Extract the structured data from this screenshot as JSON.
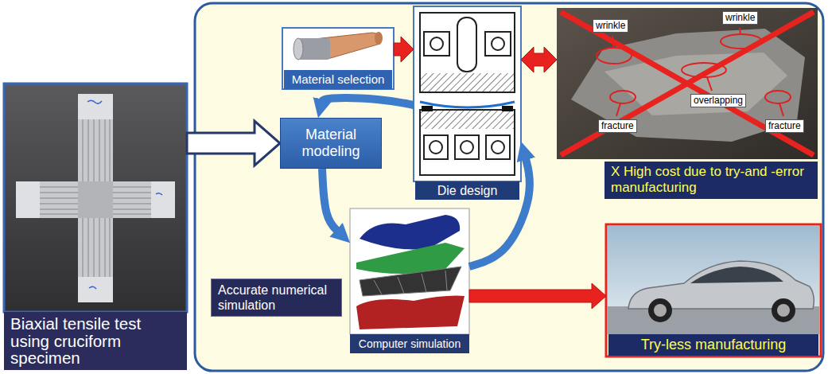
{
  "diagram": {
    "nodes": [
      {
        "text": [
          "Biaxial tensile test using cruciform specimen"
        ]
      },
      {
        "text": [
          "Material selection"
        ]
      },
      {
        "text": [
          "Die design"
        ]
      },
      {
        "text": [
          "X High cost due to try-and -error manufacturing"
        ]
      },
      {
        "text": [
          "Material modeling"
        ]
      },
      {
        "text": [
          "Computer simulation"
        ]
      },
      {
        "text": [
          "Accurate numerical simulation"
        ]
      },
      {
        "text": [
          "Try-less manufacturing"
        ]
      }
    ],
    "edges": [
      {
        "from": 0,
        "to": 4,
        "arrow": "to"
      },
      {
        "from": 1,
        "to": 2,
        "arrow": "to"
      },
      {
        "from": 2,
        "to": 3,
        "arrow": "both"
      },
      {
        "from": 2,
        "to": 4,
        "arrow": "to"
      },
      {
        "from": 4,
        "to": 5,
        "arrow": "to"
      },
      {
        "from": 5,
        "to": 2,
        "arrow": "to"
      },
      {
        "from": 5,
        "to": 7,
        "arrow": "to"
      }
    ],
    "labels": [
      "wrinkle",
      "wrinkle",
      "overlapping",
      "fracture",
      "fracture"
    ]
  }
}
